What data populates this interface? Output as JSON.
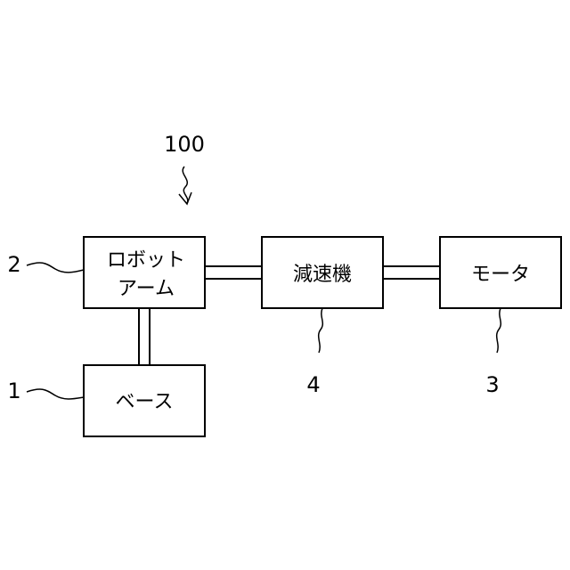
{
  "diagram": {
    "system_ref": "100",
    "blocks": {
      "robot_arm": {
        "line1": "ロボット",
        "line2": "アーム",
        "ref": "2"
      },
      "base": {
        "label": "ベース",
        "ref": "1"
      },
      "reducer": {
        "label": "減速機",
        "ref": "4"
      },
      "motor": {
        "label": "モータ",
        "ref": "3"
      }
    }
  }
}
